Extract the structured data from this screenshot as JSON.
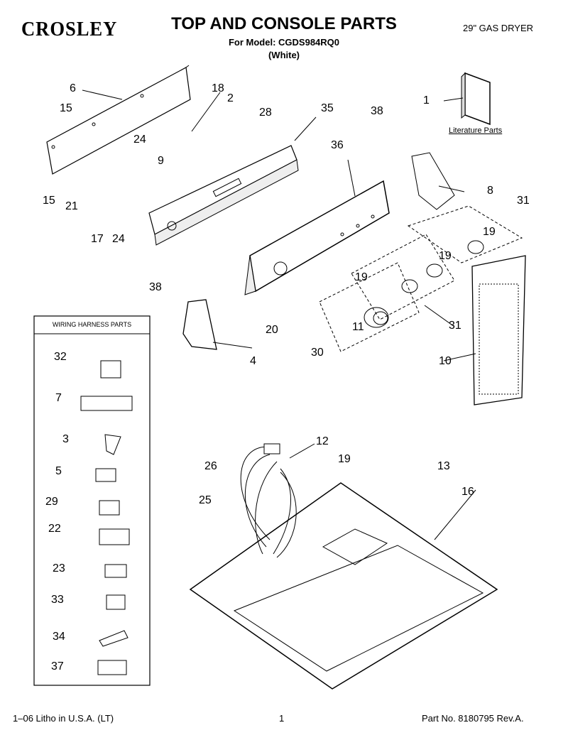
{
  "header": {
    "brand": "CROSLEY",
    "title": "TOP AND CONSOLE PARTS",
    "model_line": "For Model: CGDS984RQ0",
    "color": "(White)",
    "product_type": "29\" GAS DRYER"
  },
  "labels": {
    "literature_parts": "Literature Parts",
    "wiring_harness_title": "WIRING HARNESS PARTS"
  },
  "callouts": [
    "6",
    "15",
    "18",
    "2",
    "28",
    "35",
    "38",
    "1",
    "24",
    "9",
    "36",
    "15",
    "21",
    "8",
    "31",
    "19",
    "17",
    "24",
    "19",
    "19",
    "38",
    "11",
    "20",
    "31",
    "4",
    "30",
    "10",
    "32",
    "7",
    "3",
    "12",
    "5",
    "26",
    "19",
    "13",
    "16",
    "29",
    "25",
    "22",
    "23",
    "33",
    "34",
    "37"
  ],
  "footer": {
    "litho": "1–06 Litho in U.S.A. (LT)",
    "page": "1",
    "part_no": "Part No. 8180795 Rev.A."
  }
}
